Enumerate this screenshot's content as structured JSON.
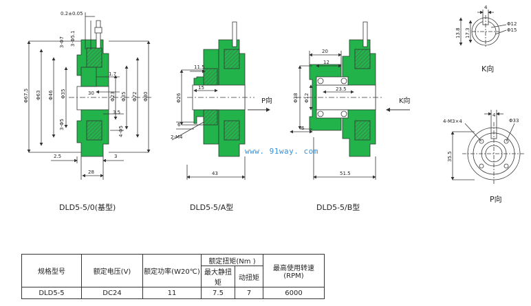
{
  "colors": {
    "body": "#22b34a",
    "body_dark": "#178a36",
    "line": "#333333",
    "hatch": "#555555",
    "watermark": "#3a8fd6"
  },
  "views": {
    "base": {
      "caption": "DLD5-5/0(基型)",
      "dims": {
        "d_top": "0.2±0.05",
        "d67": "Φ67.5",
        "d63": "Φ63",
        "d46": "Φ46",
        "d35": "Φ35",
        "d3phi7": "3-Φ7",
        "d3phi5": "3-Φ5",
        "d3phi5b": "3-Φ5.1",
        "d30": "30",
        "d23": "Φ23",
        "d35b": "Φ35",
        "d72": "Φ72",
        "d80": "Φ80",
        "d17": "1.7",
        "d3_5": "3.5",
        "d4phi5": "4-Φ5",
        "d2_5": "2.5",
        "d3": "3",
        "d28": "28"
      }
    },
    "a": {
      "caption": "DLD5-5/A型",
      "dims": {
        "d11_5": "11.5",
        "d26": "Φ26",
        "d15": "15",
        "d6": "6",
        "d2m4": "2-M4",
        "d43": "43"
      }
    },
    "b": {
      "caption": "DLD5-5/B型",
      "dims": {
        "d20": "20",
        "d12t": "12",
        "d38": "Φ38",
        "d12": "Φ12",
        "d23_5": "23.5",
        "d6": "6",
        "d51_5": "51.5"
      }
    },
    "k": {
      "caption": "K向",
      "dims": {
        "d4": "4",
        "d12": "Φ12",
        "d15": "Φ15",
        "d13_8": "13.8",
        "d17_3": "17.3"
      }
    },
    "p": {
      "caption": "P向",
      "dims": {
        "d4": "4",
        "dm3": "4-M3×4",
        "d33": "Φ33",
        "d35_5": "35.5"
      }
    }
  },
  "arrows": {
    "p": "P向",
    "k": "K向"
  },
  "watermark": "www. 91way. com",
  "table": {
    "h_model": "规格型号",
    "h_voltage": "额定电压(V)",
    "h_power": "额定功率(W20℃)",
    "h_torque": "额定扭矩(Nm )",
    "h_static": "最大静扭矩",
    "h_dynamic": "动扭矩",
    "h_speed": "最高使用转速(RPM)",
    "row": {
      "model": "DLD5-5",
      "voltage": "DC24",
      "power": "11",
      "static": "7.5",
      "dynamic": "7",
      "speed": "6000"
    }
  }
}
